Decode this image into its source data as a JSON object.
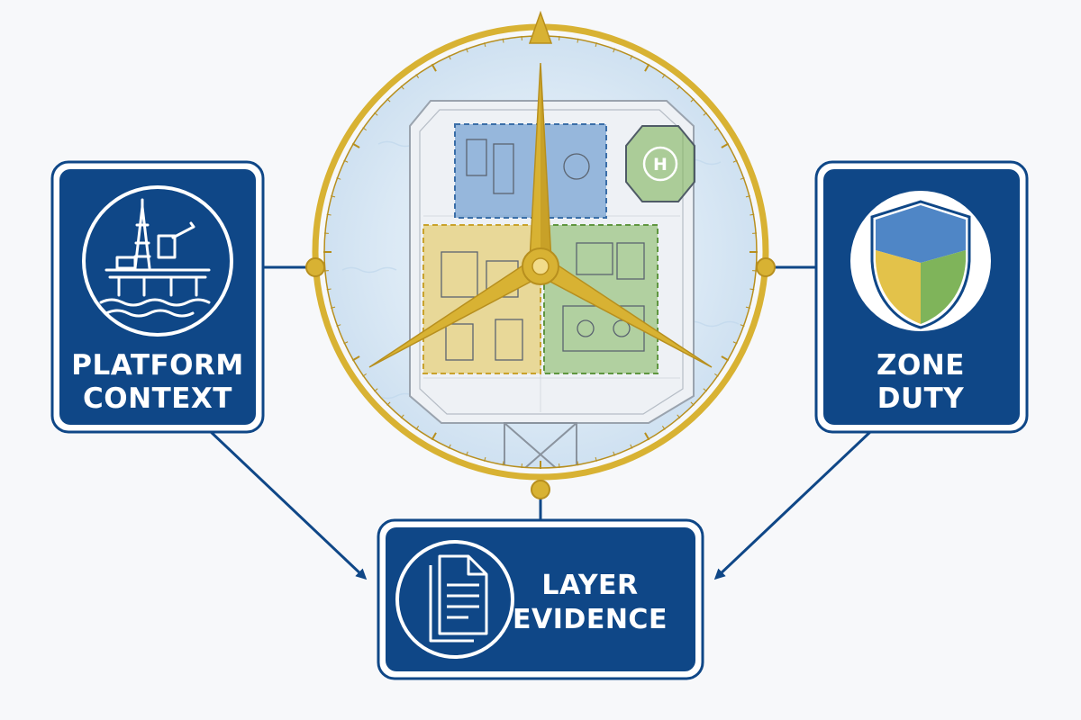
{
  "colors": {
    "navy": "#0f4787",
    "gold": "#d8b233",
    "goldDark": "#b78f1e",
    "zoneBlue": "#4f86c6",
    "zoneYellow": "#e3c24a",
    "zoneGreen": "#7fb45a",
    "water": "#dbe9f5",
    "background": "#f7f8fa"
  },
  "nodes": {
    "platform_context": {
      "line1": "PLATFORM",
      "line2": "CONTEXT",
      "icon": "offshore-platform-icon"
    },
    "zone_duty": {
      "line1": "ZONE",
      "line2": "DUTY",
      "icon": "tricolor-shield-icon"
    },
    "layer_evidence": {
      "line1": "LAYER",
      "line2": "EVIDENCE",
      "icon": "document-stack-icon"
    }
  },
  "center": {
    "icon": "compass-over-platform-plan",
    "helipad_letter": "H",
    "zones": [
      "blue-zone",
      "yellow-zone",
      "green-zone"
    ]
  },
  "edges": [
    {
      "from": "platform_context",
      "to": "compass",
      "style": "line"
    },
    {
      "from": "compass",
      "to": "zone_duty",
      "style": "line"
    },
    {
      "from": "platform_context",
      "to": "layer_evidence",
      "style": "arrow"
    },
    {
      "from": "zone_duty",
      "to": "layer_evidence",
      "style": "arrow"
    },
    {
      "from": "compass",
      "to": "layer_evidence",
      "style": "line"
    }
  ]
}
